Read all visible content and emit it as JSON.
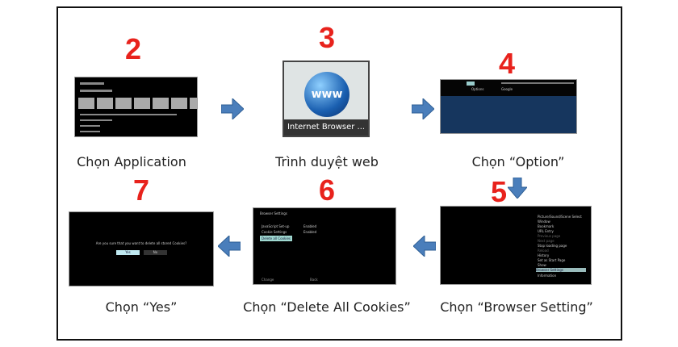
{
  "steps": [
    {
      "number": "2",
      "label": "Chọn Application"
    },
    {
      "number": "3",
      "label": "Trình duyệt web",
      "thumb_text": "www",
      "thumb_caption": "Internet Browser ..."
    },
    {
      "number": "4",
      "label": "Chọn “Option”",
      "tooltip": "Options",
      "search": "Google"
    },
    {
      "number": "5",
      "label": "Chọn “Browser Setting”",
      "menu": [
        "Picture/Sound/Scene Select",
        "Window",
        "Bookmark",
        "URL Entry",
        "Previous page",
        "Next page",
        "Stop loading page",
        "Reload",
        "History",
        "Set as Start Page",
        "Show",
        "Browser Settings",
        "Information"
      ]
    },
    {
      "number": "6",
      "label": "Chọn “Delete All Cookies”",
      "title": "Browser Settings",
      "rows": [
        {
          "name": "JavaScript Set-up",
          "value": "Enabled"
        },
        {
          "name": "Cookie Settings",
          "value": "Enabled"
        }
      ],
      "button": "Delete all Cookies",
      "footer_left": "Change",
      "footer_right": "Back"
    },
    {
      "number": "7",
      "label": "Chọn “Yes”",
      "question": "Are you sure that you want to delete all stored Cookies?",
      "yes": "Yes",
      "no": "No"
    }
  ],
  "colors": {
    "number": "#e8221c",
    "arrow": "#4a7ebb",
    "highlight": "#9fd8d0"
  }
}
